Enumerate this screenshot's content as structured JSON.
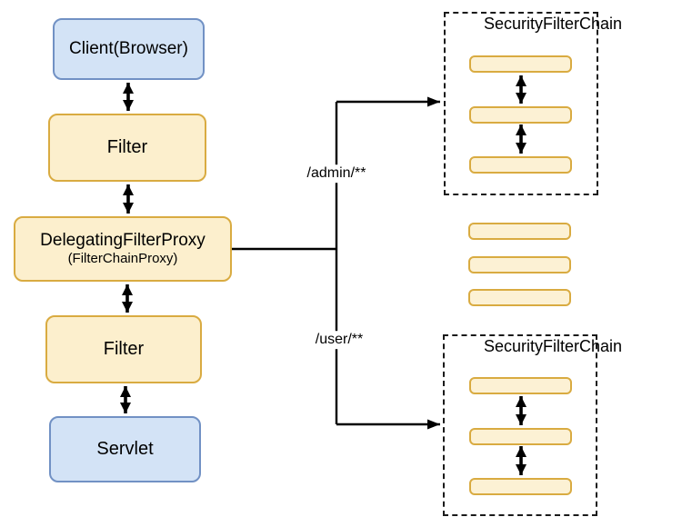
{
  "diagram": {
    "left_column": {
      "client_label": "Client(Browser)",
      "filter_top_label": "Filter",
      "proxy_label_line1": "DelegatingFilterProxy",
      "proxy_label_line2": "(FilterChainProxy)",
      "filter_bottom_label": "Filter",
      "servlet_label": "Servlet"
    },
    "branches": {
      "admin_path_label": "/admin/**",
      "user_path_label": "/user/**"
    },
    "chains": {
      "top_chain_title": "SecurityFilterChain",
      "bottom_chain_title": "SecurityFilterChain",
      "filters_per_chain": 3,
      "middle_ellipsis_bars": 3
    },
    "colors": {
      "blue_fill": "#d3e3f6",
      "blue_stroke": "#7191c4",
      "yellow_fill": "#fcefcd",
      "yellow_stroke": "#d9ab41",
      "connector": "#000000",
      "background": "#ffffff"
    }
  }
}
